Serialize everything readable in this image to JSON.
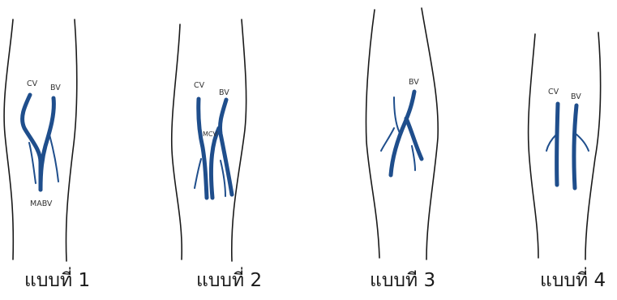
{
  "legs": [
    {
      "caption": "แบบที่ 1",
      "labels": {
        "cv": "CV",
        "bv": "BV",
        "mabv": "MABV"
      }
    },
    {
      "caption": "แบบที่ 2",
      "labels": {
        "cv": "CV",
        "bv": "BV",
        "mcv": "MCV"
      }
    },
    {
      "caption": "แบบที 3",
      "labels": {
        "bv": "BV"
      }
    },
    {
      "caption": "แบบที่ 4",
      "labels": {
        "cv": "CV",
        "bv": "BV"
      }
    }
  ],
  "colors": {
    "vein": "#1f4e8c",
    "outline": "#1a1a1a"
  }
}
